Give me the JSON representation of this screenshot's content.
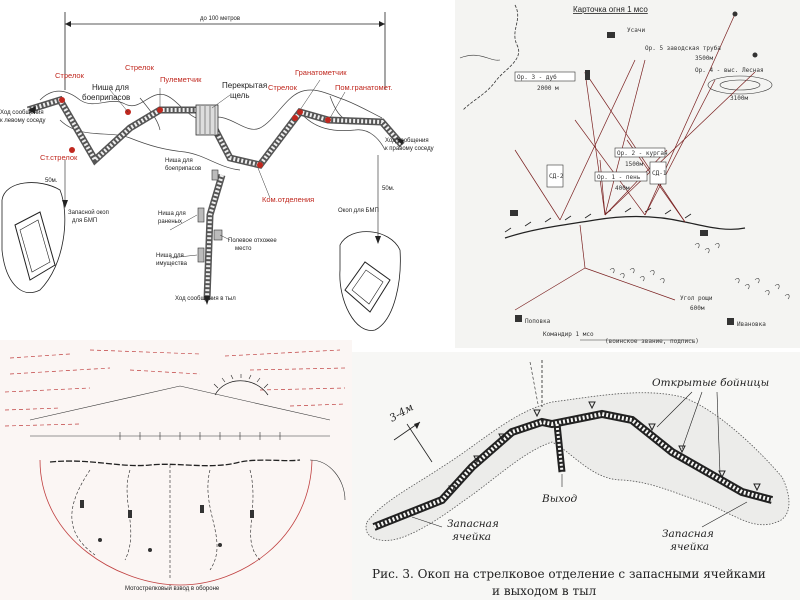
{
  "panel1": {
    "top_dim": "до 100 метров",
    "strelok_1": "Стрелок",
    "strelok_2": "Стрелок",
    "strelok_3": "Стрелок",
    "pulemetchik": "Пулеметчик",
    "granatometchik": "Гранатометчик",
    "pom_granatomet": "Пом.гранатомет.",
    "st_strelok": "Ст.стрелок",
    "kom_otdeleniya": "Ком.отделения",
    "nisha_boepripasov_1": "Ниша для",
    "nisha_boepripasov_2": "боеприпасов",
    "perekrytaya_1": "Перекрытая",
    "perekrytaya_2": "щель",
    "hod_levo_1": "Ход сообщения",
    "hod_levo_2": "к левому соседу",
    "hod_pravo_1": "Ход сообщения",
    "hod_pravo_2": "к правому соседу",
    "nisha2_1": "Ниша для",
    "nisha2_2": "боеприпасов",
    "nisha_ranenyh_1": "Ниша для",
    "nisha_ranenyh_2": "раненых",
    "nisha_imushestva_1": "Ниша для",
    "nisha_imushestva_2": "имущества",
    "otkhozhee_1": "Полевое отхожее",
    "otkhozhee_2": "место",
    "hod_tyl": "Ход сообщения в тыл",
    "dist_left": "50м.",
    "dist_right": "50м.",
    "zapasnoy_1": "Запасной окоп",
    "zapasnoy_2": "для БМП",
    "okop_bmp": "Окоп для БМП"
  },
  "panel2": {
    "title": "Карточка огня 1 мсо",
    "or5": "Ор. 5 заводская труба",
    "or5_dist": "3500м",
    "or3": "Ор. 3 - дуб",
    "or3_dist": "2000 м",
    "or4": "Ор. 4 - выс. Лесная",
    "or4_dist": "3100м",
    "or2": "Ор. 2 - курган",
    "or2_dist": "1500м",
    "or1": "Ор. 1 - пень",
    "or1_dist": "400м",
    "sd1": "СД-1",
    "sd2": "СД-2",
    "usach": "Усачи",
    "ugol_roshi": "Угол рощи",
    "ugol_dist": "600м",
    "popovka": "Поповка",
    "ivanovka": "Ивановка",
    "komandir": "Командир 1 мсо",
    "footer": "(воинское звание, подпись)"
  },
  "panel3": {
    "caption": "Мотострелковый взвод в обороне"
  },
  "panel4": {
    "dim": "3-4м",
    "open_loopholes": "Открытые бойницы",
    "exit": "Выход",
    "zapas_left_1": "Запасная",
    "zapas_left_2": "ячейка",
    "zapas_right_1": "Запасная",
    "zapas_right_2": "ячейка",
    "caption_line1": "Рис. 3. Окоп на стрелковое отделение с запасными ячейками",
    "caption_line2": "и выходом в тыл"
  },
  "colors": {
    "marker_red": "#c0281f",
    "ink": "#222222",
    "sketch_red": "#c04040"
  }
}
